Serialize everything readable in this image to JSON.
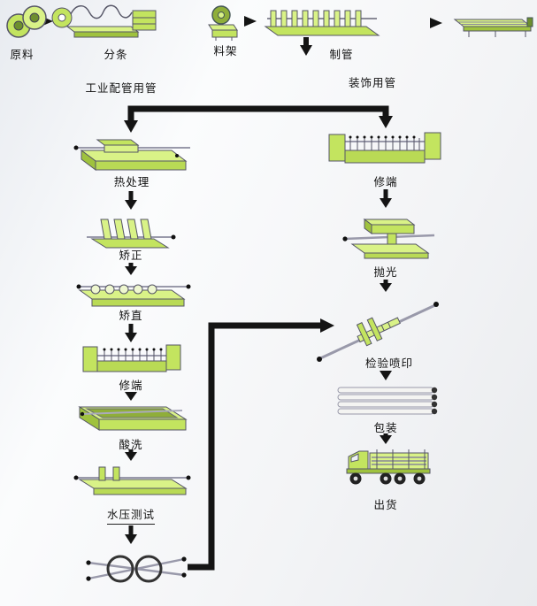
{
  "top_row": {
    "labels": {
      "raw_material": "原料",
      "slitting": "分条",
      "material_rack": "料架",
      "pipe_making": "制管"
    }
  },
  "branch_left": {
    "title": "工业配管用管",
    "steps": [
      "热处理",
      "矫正",
      "矫直",
      "修端",
      "酸洗",
      "水压测试"
    ]
  },
  "branch_right": {
    "title": "装饰用管",
    "steps": [
      "修端",
      "抛光",
      "检验喷印",
      "包装",
      "出货"
    ]
  },
  "colors": {
    "machine_light": "#d9f287",
    "machine_mid": "#c3e45f",
    "machine_dark": "#9fc23e",
    "outline": "#555566",
    "arrow": "#141414",
    "background": "#f3f4f6"
  }
}
